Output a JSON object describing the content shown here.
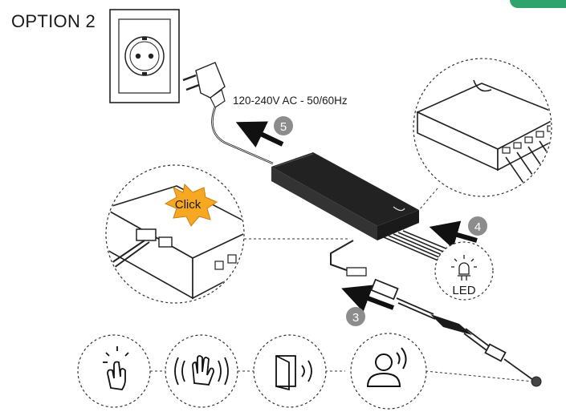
{
  "title": "OPTION 2",
  "voltage_label": "120-240V AC - 50/60Hz",
  "click_label": "Click",
  "led_label": "LED",
  "steps": [
    "3",
    "4",
    "5"
  ],
  "sensor_icons": [
    "touch-sensor-icon",
    "wave-hand-sensor-icon",
    "door-sensor-icon",
    "presence-sensor-icon"
  ],
  "colors": {
    "badge": "#8c8c8c",
    "click_burst": "#f7a823",
    "accent": "#2ea36b"
  }
}
